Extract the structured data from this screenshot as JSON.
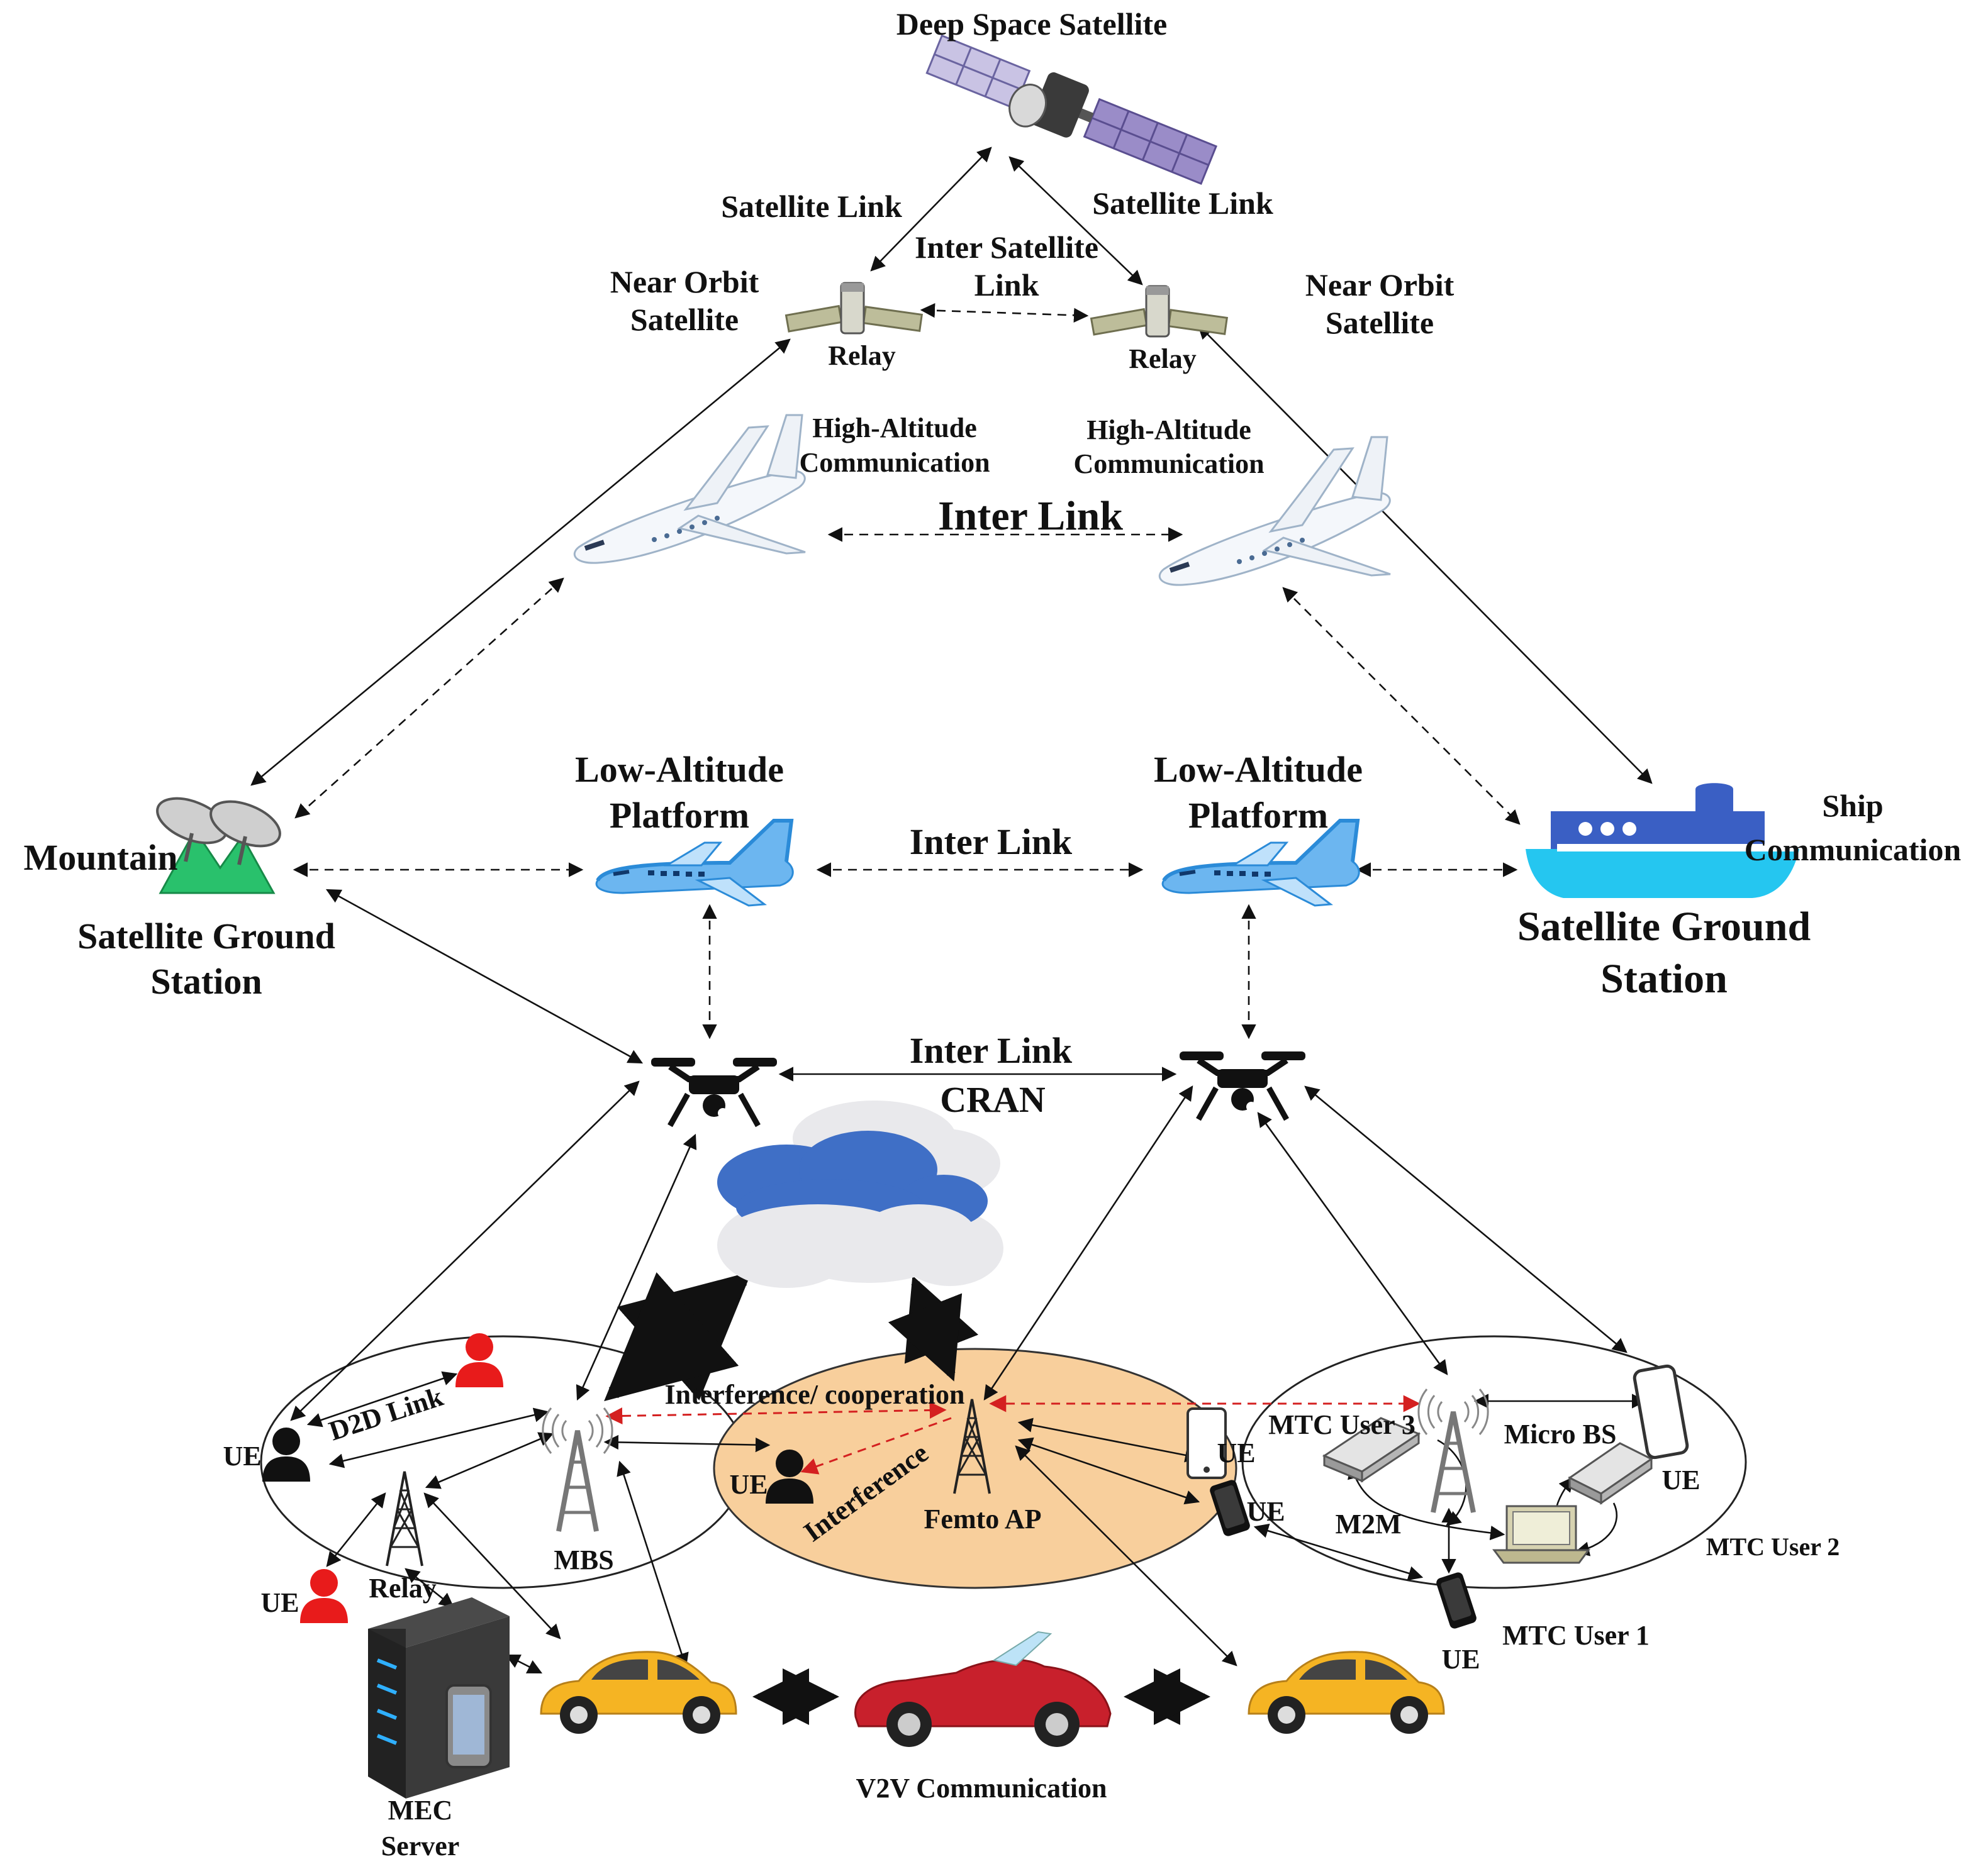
{
  "labels": {
    "deep_space_satellite": "Deep Space Satellite",
    "satellite_link_left": "Satellite Link",
    "satellite_link_right": "Satellite Link",
    "inter_satellite_link_1": "Inter Satellite",
    "inter_satellite_link_2": "Link",
    "near_orbit_left_1": "Near Orbit",
    "near_orbit_left_2": "Satellite",
    "near_orbit_right_1": "Near Orbit",
    "near_orbit_right_2": "Satellite",
    "relay_left": "Relay",
    "relay_right": "Relay",
    "hac_left_1": "High-Altitude",
    "hac_left_2": "Communication",
    "hac_right_1": "High-Altitude",
    "hac_right_2": "Communication",
    "inter_link_high": "Inter Link",
    "lap_left_1": "Low-Altitude",
    "lap_left_2": "Platform",
    "lap_right_1": "Low-Altitude",
    "lap_right_2": "Platform",
    "inter_link_low": "Inter Link",
    "mountain": "Mountain",
    "sgs_left_1": "Satellite Ground",
    "sgs_left_2": "Station",
    "sgs_right_1": "Satellite Ground",
    "sgs_right_2": "Station",
    "ship_1": "Ship",
    "ship_2": "Communication",
    "inter_link_drone": "Inter Link",
    "cran": "CRAN",
    "interference_cooperation": "Interference/ cooperation",
    "interference": "Interference",
    "d2d_link": "D2D Link",
    "ue_left": "UE",
    "ue_bottom_left": "UE",
    "relay_ground": "Relay",
    "mbs": "MBS",
    "ue_femto": "UE",
    "femto_ap": "Femto AP",
    "ue_femto_tablet": "UE",
    "ue_femto_phone": "UE",
    "mtc_user_3": "MTC User 3",
    "micro_bs": "Micro BS",
    "m2m": "M2M",
    "ue_right": "UE",
    "mtc_user_2": "MTC User 2",
    "mtc_user_1": "MTC User 1",
    "ue_mtc1": "UE",
    "mec_1": "MEC",
    "mec_2": "Server",
    "v2v": "V2V Communication"
  },
  "colors": {
    "femto_cell_fill": "#f8cf9c",
    "ue_red": "#e81b1b",
    "cloud_blue": "#3f6fc6",
    "cloud_grey": "#e9e9ec",
    "plane_blue": "#2b8bd8",
    "ship_blue": "#3a5fc4",
    "ship_cyan": "#25c6f0",
    "mountain_green": "#29c16c",
    "car_yellow": "#f5b423",
    "car_red": "#c8202c",
    "interference_red": "#d42020"
  }
}
